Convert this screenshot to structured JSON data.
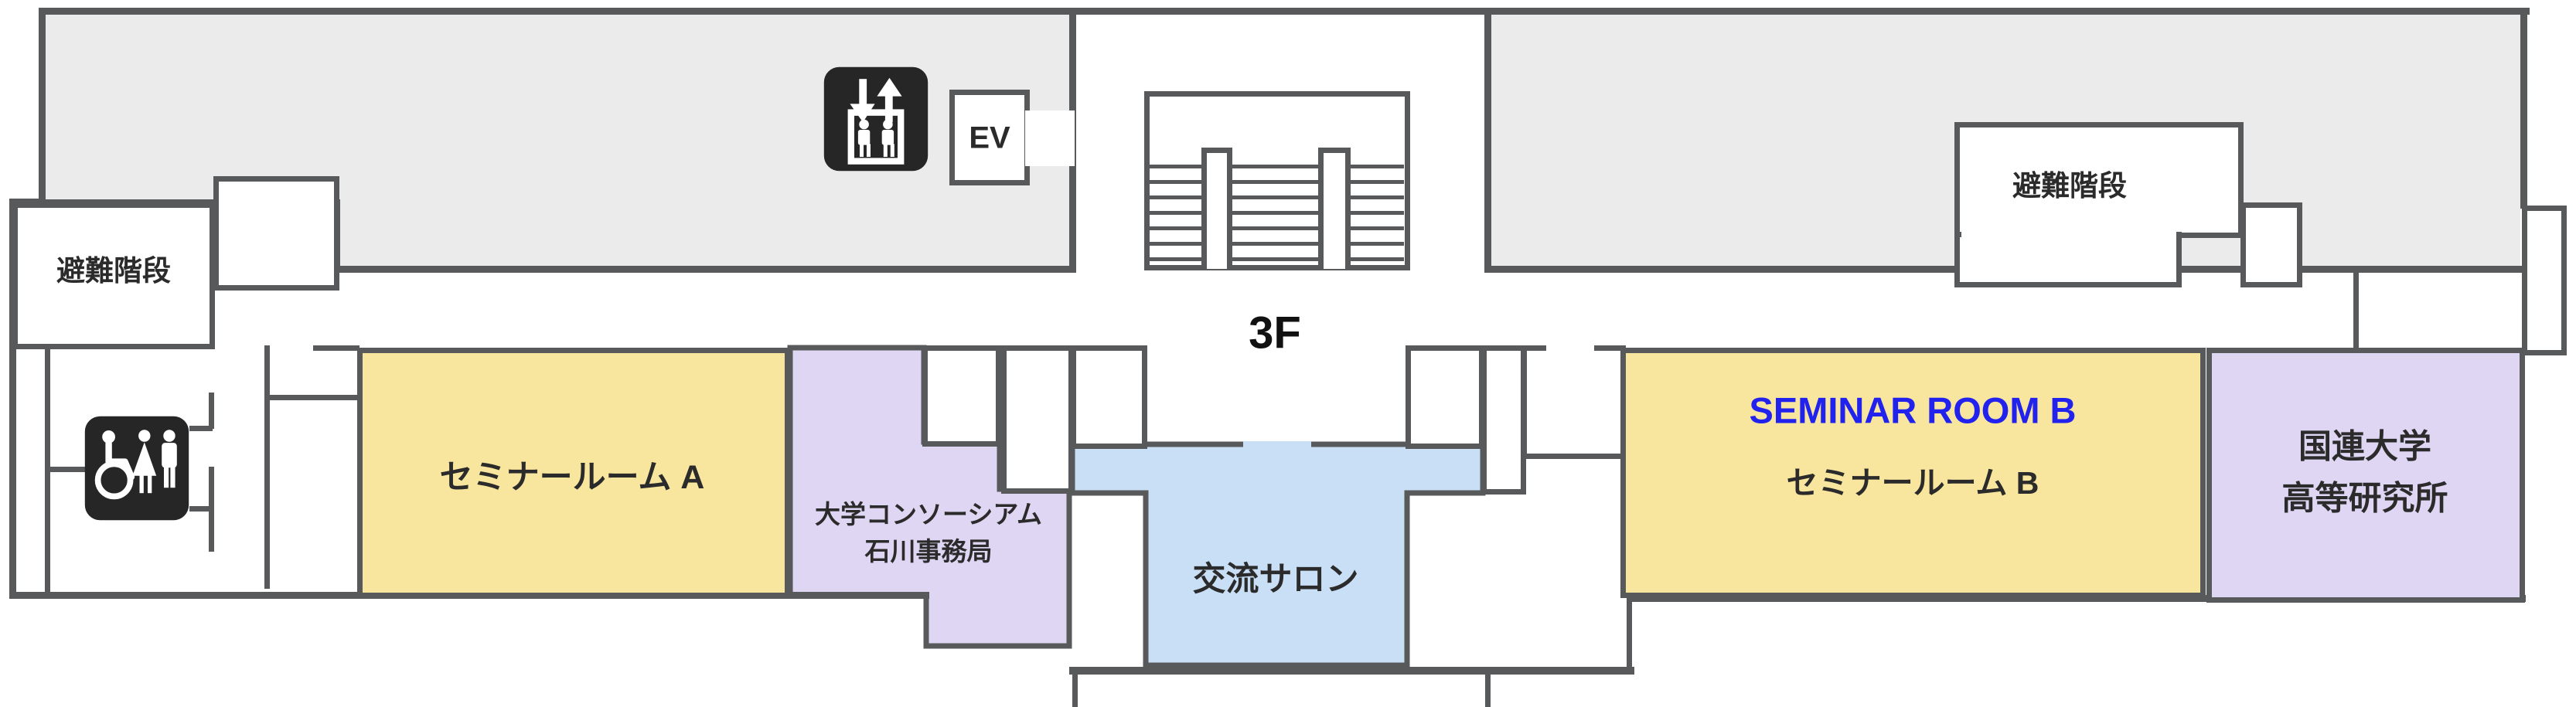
{
  "floor": {
    "label": "3F"
  },
  "rooms": {
    "seminar_a": {
      "label": "セミナールーム A"
    },
    "consortium": {
      "label_line1": "大学コンソーシアム",
      "label_line2": "石川事務局"
    },
    "salon": {
      "label": "交流サロン"
    },
    "seminar_b": {
      "label_en": "SEMINAR ROOM B",
      "label_jp": "セミナールーム B"
    },
    "unu": {
      "label_line1": "国連大学",
      "label_line2": "高等研究所"
    },
    "evac_left": {
      "label": "避難階段"
    },
    "evac_right": {
      "label": "避難階段"
    },
    "elevator": {
      "label": "EV"
    }
  },
  "icons": {
    "elevator": "elevator-icon",
    "accessible_toilet": "accessible-toilet-icon"
  },
  "colors": {
    "wall": "#58595B",
    "upper_zone": "#EBEBEB",
    "yellow_room": "#F8E59E",
    "purple_room": "#DED6F2",
    "blue_room": "#C9DFF6",
    "icon_bg": "#262626",
    "text": "#2B2B2B",
    "seminar_b_text": "#2222EE"
  }
}
